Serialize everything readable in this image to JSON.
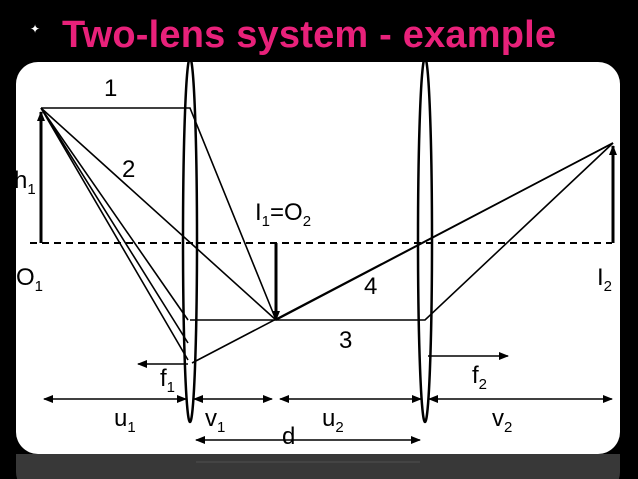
{
  "slide": {
    "title": "Two-lens system - example",
    "bullet_glyph": "✦"
  },
  "diagram": {
    "colors": {
      "title": "#e8217a",
      "background": "#000000",
      "panel": "#ffffff",
      "ink": "#000000"
    },
    "ray_labels": [
      "1",
      "2",
      "3",
      "4"
    ],
    "object_height_label": {
      "base": "h",
      "sub": "1"
    },
    "object_label": {
      "base": "O",
      "sub": "1"
    },
    "intermediate_label": {
      "base": "I",
      "sub": "1",
      "eq": "=O",
      "sub2": "2"
    },
    "final_image_label": {
      "base": "I",
      "sub": "2"
    },
    "focal_labels": [
      {
        "base": "f",
        "sub": "1"
      },
      {
        "base": "f",
        "sub": "2"
      }
    ],
    "distance_labels": [
      {
        "base": "u",
        "sub": "1"
      },
      {
        "base": "v",
        "sub": "1"
      },
      {
        "base": "u",
        "sub": "2"
      },
      {
        "base": "v",
        "sub": "2"
      },
      {
        "base": "d",
        "sub": ""
      }
    ]
  }
}
